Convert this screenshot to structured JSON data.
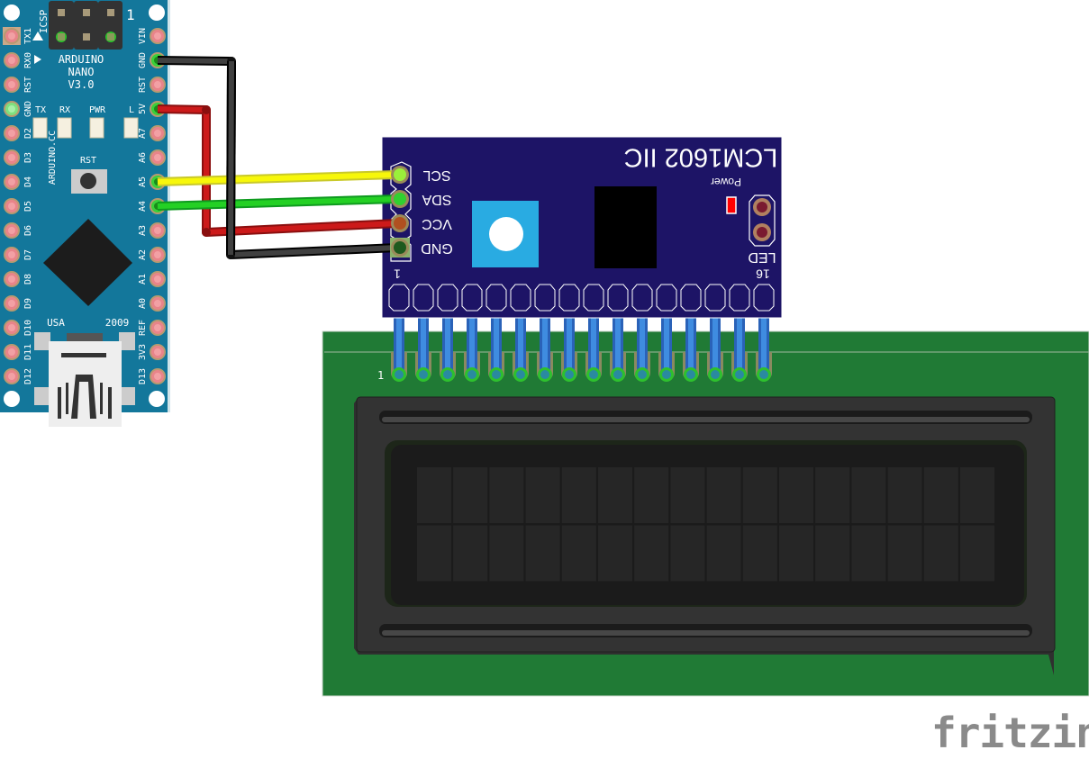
{
  "arduino": {
    "name_line1": "ARDUINO",
    "name_line2": "NANO",
    "name_line3": "V3.0",
    "icsp_label": "ICSP",
    "icsp_pin1": "1",
    "side_text": "ARDUINO.CC",
    "reset_label": "RST",
    "country": "USA",
    "year": "2009",
    "leds": [
      "TX",
      "RX",
      "PWR",
      "L"
    ],
    "left_pins": [
      "TX1",
      "RX0",
      "RST",
      "GND",
      "D2",
      "D3",
      "D4",
      "D5",
      "D6",
      "D7",
      "D8",
      "D9",
      "D10",
      "D11",
      "D12"
    ],
    "right_pins": [
      "VIN",
      "GND",
      "RST",
      "5V",
      "A7",
      "A6",
      "A5",
      "A4",
      "A3",
      "A2",
      "A1",
      "A0",
      "REF",
      "3V3",
      "D13"
    ],
    "colors": {
      "board": "#13779b",
      "pad": "#e8848a",
      "active_pad": "#7fe07f",
      "chip": "#1c1c1c"
    }
  },
  "i2c_module": {
    "title": "LCM1602 IIC",
    "power_label": "Power",
    "led_label": "LED",
    "pin_first": "1",
    "pin_last": "16",
    "header_pins": [
      "SCL",
      "SDA",
      "VCC",
      "GND"
    ],
    "colors": {
      "board": "#1d1466",
      "pot": "#29abe2",
      "ic": "#000000",
      "power_led": "#ff0000"
    }
  },
  "lcd": {
    "pin1_label": "1",
    "pin_count": 16,
    "rows": 2,
    "cols": 16,
    "colors": {
      "pcb": "#207a35",
      "bezel": "#333333",
      "screen": "#1b1b1b",
      "cell": "#262626",
      "pin": "#3a82d6"
    }
  },
  "wires": [
    {
      "from": "GND",
      "to": "GND",
      "color": "#333333"
    },
    {
      "from": "5V",
      "to": "VCC",
      "color": "#c41a1a"
    },
    {
      "from": "A5",
      "to": "SCL",
      "color": "#f2f20a"
    },
    {
      "from": "A4",
      "to": "SDA",
      "color": "#1fc41f"
    }
  ],
  "logo": {
    "text": "fritzing"
  }
}
